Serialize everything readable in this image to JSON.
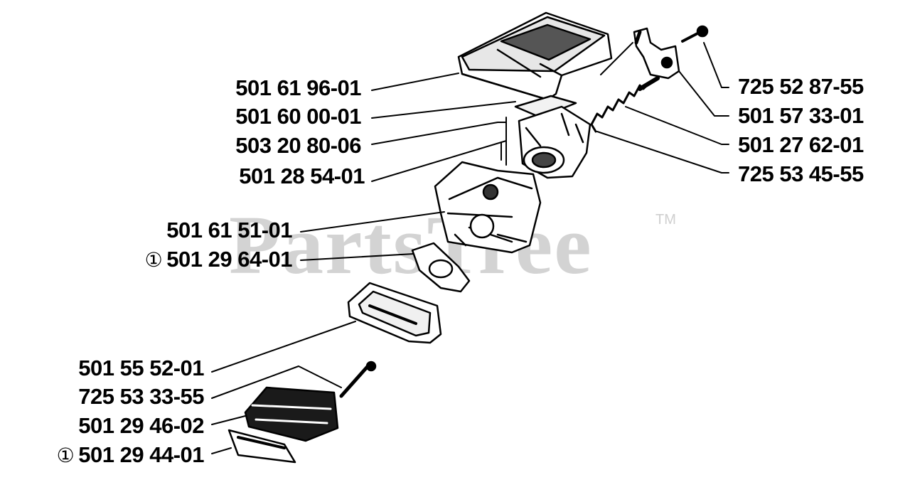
{
  "watermark": {
    "text": "PartsTree",
    "trademark": "TM",
    "color": "#d3d3d3"
  },
  "callout_symbol": "①",
  "labels_left": [
    {
      "id": "l1",
      "text": "501 61 96-01",
      "marked": false
    },
    {
      "id": "l2",
      "text": "501 60 00-01",
      "marked": false
    },
    {
      "id": "l3",
      "text": "503 20 80-06",
      "marked": false
    },
    {
      "id": "l4",
      "text": "501 28 54-01",
      "marked": false
    },
    {
      "id": "l5",
      "text": "501 61 51-01",
      "marked": false
    },
    {
      "id": "l6",
      "text": "501 29 64-01",
      "marked": true
    },
    {
      "id": "l7",
      "text": "501 55 52-01",
      "marked": false
    },
    {
      "id": "l8",
      "text": "725 53 33-55",
      "marked": false
    },
    {
      "id": "l9",
      "text": "501 29 46-02",
      "marked": false
    },
    {
      "id": "l10",
      "text": "501 29 44-01",
      "marked": true
    }
  ],
  "labels_right": [
    {
      "id": "r1",
      "text": "725 52 87-55"
    },
    {
      "id": "r2",
      "text": "501 57 33-01"
    },
    {
      "id": "r3",
      "text": "501 27 62-01"
    },
    {
      "id": "r4",
      "text": "725 53 45-55"
    }
  ]
}
